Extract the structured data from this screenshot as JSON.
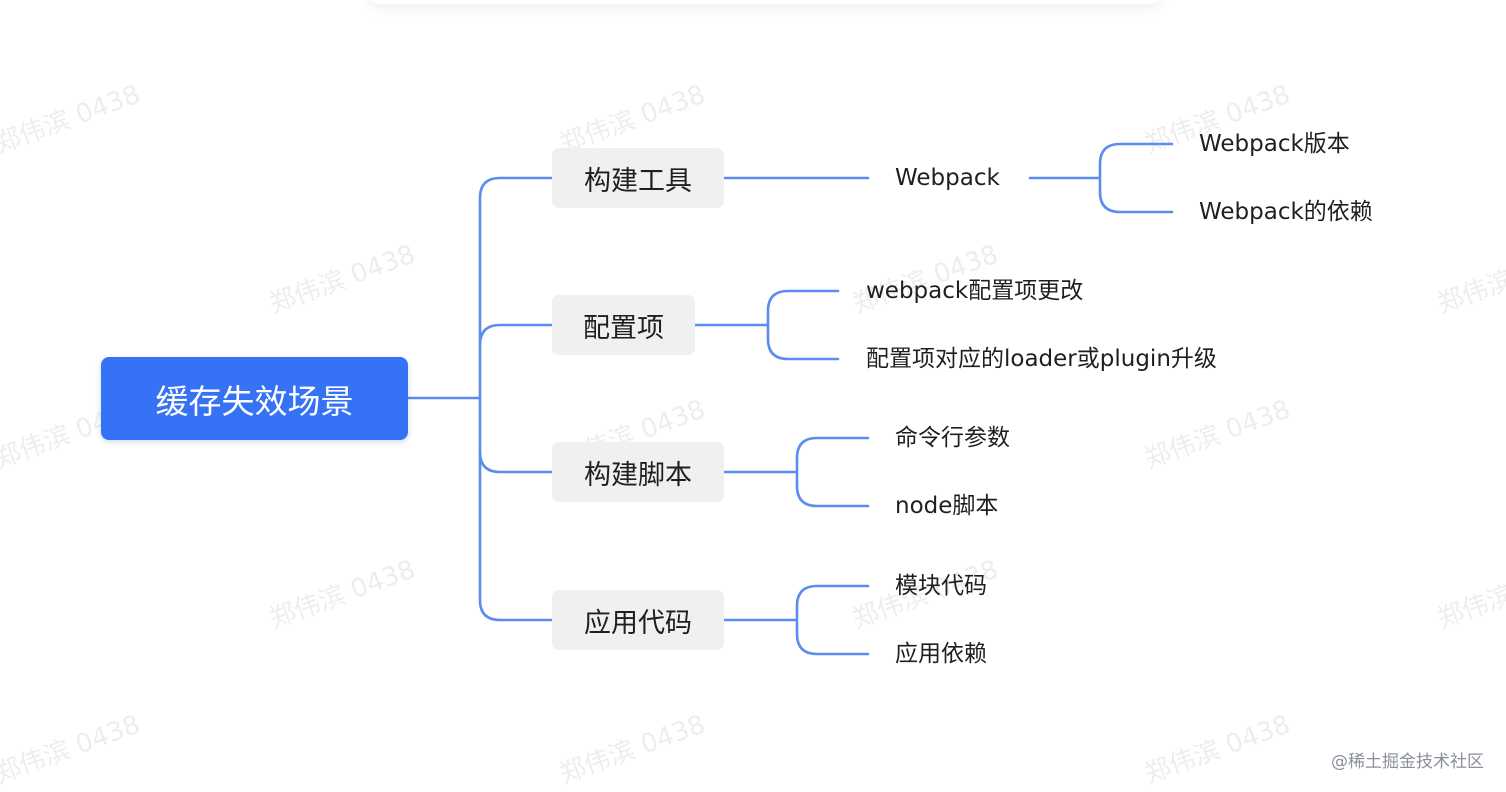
{
  "mindmap": {
    "root": "缓存失效场景",
    "branches": [
      {
        "label": "构建工具",
        "children": [
          "Webpack"
        ],
        "grandchildren": [
          "Webpack版本",
          "Webpack的依赖"
        ]
      },
      {
        "label": "配置项",
        "children": [
          "webpack配置项更改",
          "配置项对应的loader或plugin升级"
        ]
      },
      {
        "label": "构建脚本",
        "children": [
          "命令行参数",
          "node脚本"
        ]
      },
      {
        "label": "应用代码",
        "children": [
          "模块代码",
          "应用依赖"
        ]
      }
    ]
  },
  "watermark_text": "郑伟滨 0438",
  "footer_text": "@稀土掘金技术社区",
  "colors": {
    "root_bg": "#3672f6",
    "branch_bg": "#eef0f2",
    "line": "#5b8def"
  }
}
